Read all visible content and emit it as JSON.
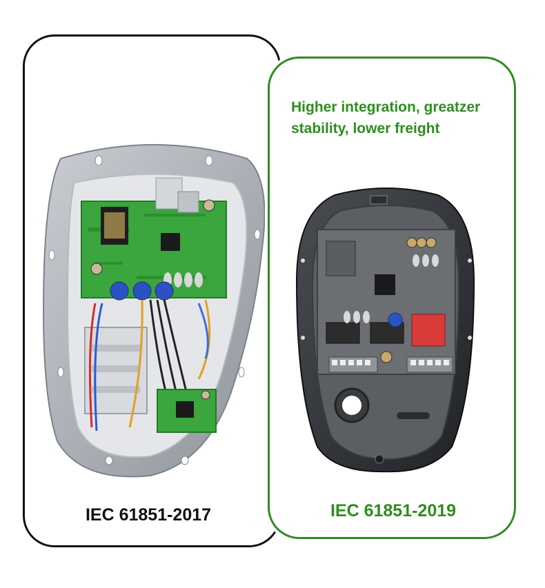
{
  "colors": {
    "accent_green": "#2f8c1f",
    "text_dark": "#111111",
    "old_border": "#111111",
    "new_border": "#2f8c1f"
  },
  "old_device": {
    "label": "IEC 61851-2017"
  },
  "new_device": {
    "label": "IEC 61851-2019",
    "tagline_lines": [
      "Higher integration, greatzer",
      "stability, lower freight"
    ]
  }
}
